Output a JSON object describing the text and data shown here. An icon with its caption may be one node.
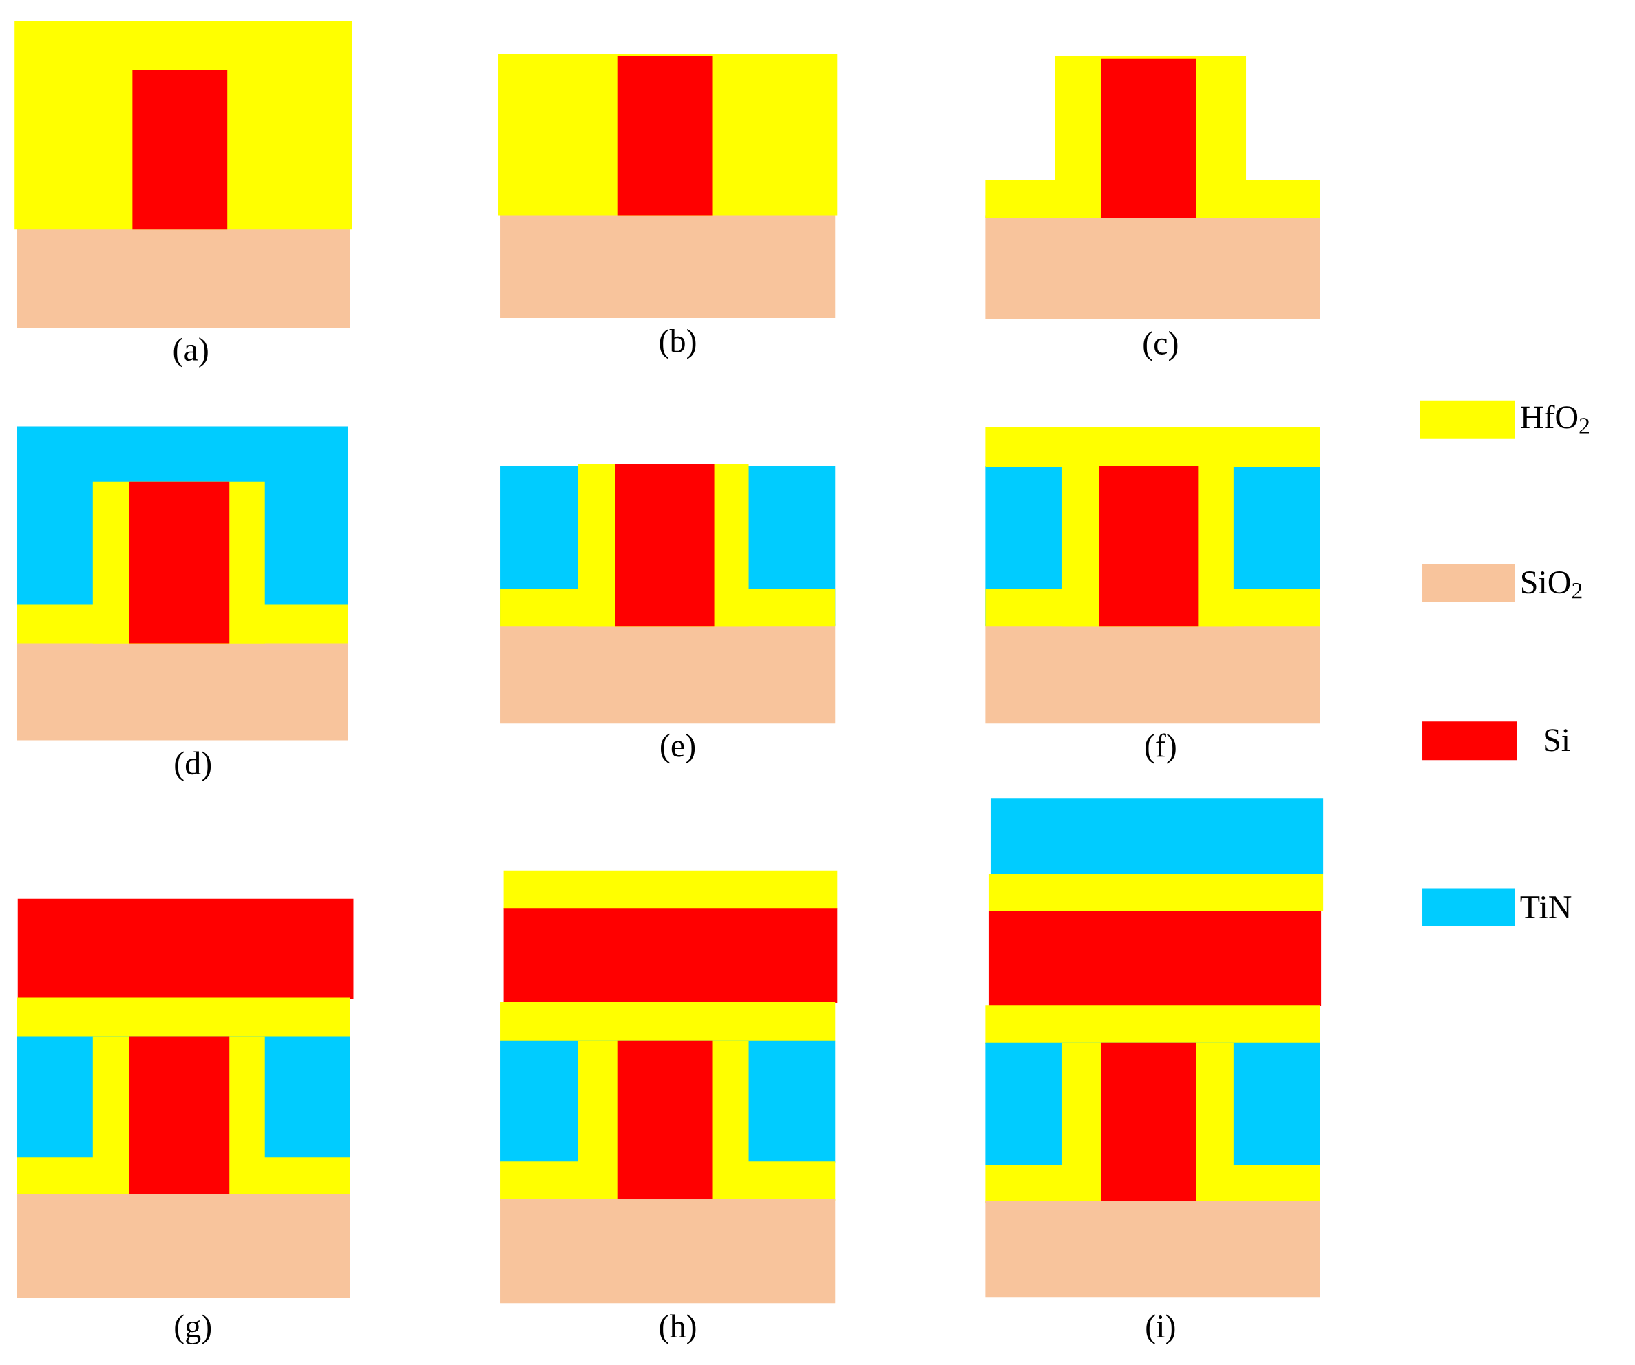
{
  "diagram": {
    "labels": [
      "(a)",
      "(b)",
      "(c)",
      "(d)",
      "(e)",
      "(f)",
      "(g)",
      "(h)",
      "(i)"
    ],
    "legend": [
      {
        "text": "HfO$_{2}$",
        "color": "#ffff00"
      },
      {
        "text": "SiO$_{2}$",
        "color": "#f8c49c"
      },
      {
        "text": "Si",
        "color": "#ff0000"
      },
      {
        "text": "TiN",
        "color": "#00ccff"
      }
    ]
  }
}
